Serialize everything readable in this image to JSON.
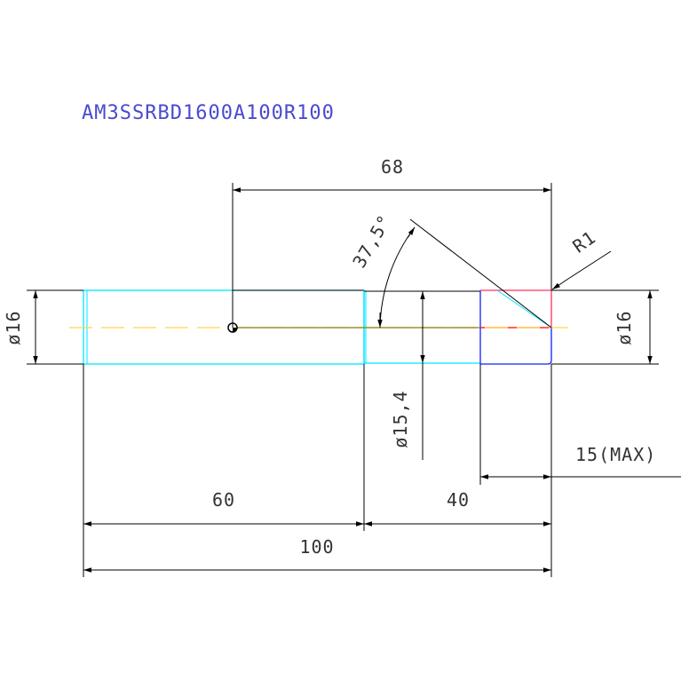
{
  "title": "AM3SSRBD1600A100R100",
  "colors": {
    "dimension": "#000000",
    "outline_main": "#00e5ff",
    "outline_dark": "#333333",
    "centerline": "#ffd54a",
    "axis_line": "#8a7a10",
    "chamfer_top": "#ff3060",
    "chamfer_bottom": "#1020ff",
    "chamfer_red": "#ff0000",
    "title": "#4a4ad0"
  },
  "dimensions": {
    "total_length": "100",
    "length_left": "60",
    "length_right": "40",
    "length_from_point": "68",
    "diameter_left": "ø16",
    "diameter_right": "ø16",
    "diameter_mid": "ø15,4",
    "angle": "37,5°",
    "radius": "R1",
    "max_length": "15(MAX)"
  }
}
